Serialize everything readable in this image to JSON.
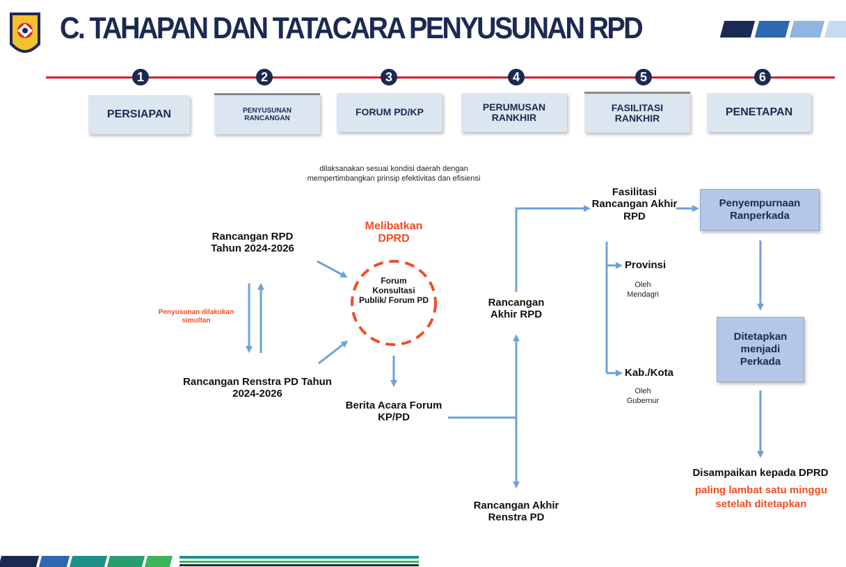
{
  "title": "C. TAHAPAN DAN TATACARA PENYUSUNAN RPD",
  "steps": [
    {
      "number": "1",
      "label": "PERSIAPAN"
    },
    {
      "number": "2",
      "label": "PENYUSUNAN RANCANGAN"
    },
    {
      "number": "3",
      "label": "FORUM PD/KP"
    },
    {
      "number": "4",
      "label": "PERUMUSAN RANKHIR"
    },
    {
      "number": "5",
      "label": "FASILITASI RANKHIR"
    },
    {
      "number": "6",
      "label": "PENETAPAN"
    }
  ],
  "flow": {
    "note": "dilaksanakan sesuai kondisi daerah dengan mempertimbangkan  prinsip efektivitas dan efisiensi",
    "involve": "Melibatkan DPRD",
    "rancangan_rpd": "Rancangan RPD Tahun 2024-2026",
    "rancangan_renstra": "Rancangan Renstra PD Tahun 2024-2026",
    "simultan": "Penyusunan dilakukan simultan",
    "forum": "Forum Konsultasi Publik/ Forum PD",
    "berita_acara": "Berita Acara Forum KP/PD",
    "rancangan_akhir_rpd": "Rancangan Akhir RPD",
    "rancangan_akhir_renstra": "Rancangan Akhir Renstra PD",
    "fasilitasi": "Fasilitasi Rancangan Akhir RPD",
    "provinsi": "Provinsi",
    "oleh_mendagri": "Oleh Mendagri",
    "kabkota": "Kab./Kota",
    "oleh_gubernur": "Oleh Gubernur",
    "penyempurnaan": "Penyempurnaan Ranperkada",
    "ditetapkan": "Ditetapkan menjadi Perkada",
    "disampaikan": "Disampaikan kepada DPRD",
    "deadline": "paling lambat satu minggu setelah ditetapkan"
  },
  "colors": {
    "navy": "#1b2a52",
    "red_line": "#d81e2a",
    "arrow": "#6fa0d8",
    "accent": "#f04e23"
  }
}
